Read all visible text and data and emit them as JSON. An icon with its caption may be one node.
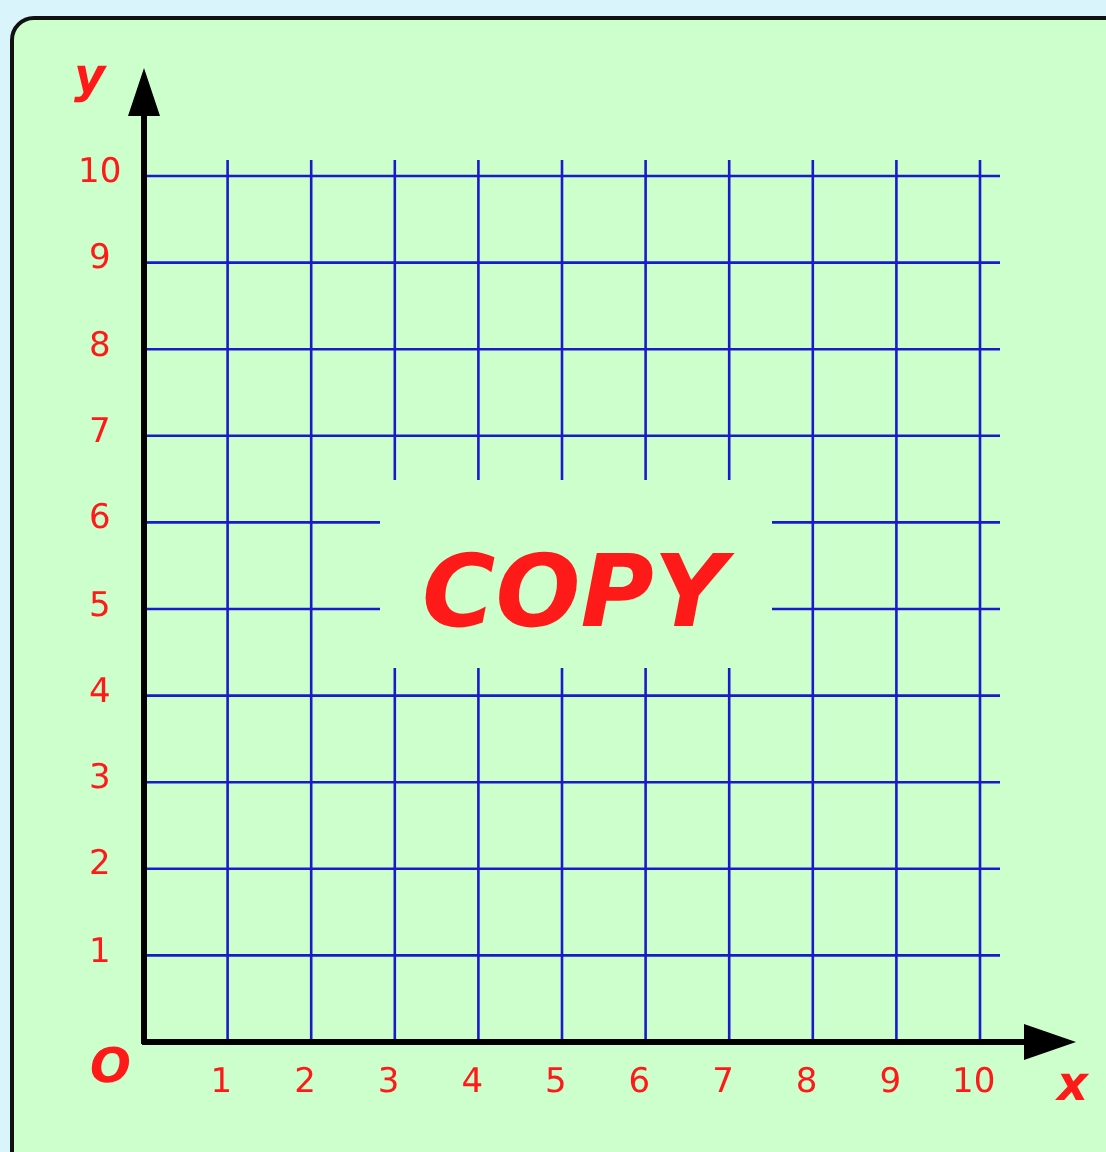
{
  "diagram": {
    "labels": [
      "y",
      "10",
      "9",
      "8",
      "7",
      "6",
      "COPY",
      "5",
      "4",
      "3",
      "2",
      "1",
      "O",
      "1",
      "2",
      "3",
      "4",
      "5",
      "6",
      "7",
      "8",
      "9",
      "10",
      "x"
    ]
  }
}
